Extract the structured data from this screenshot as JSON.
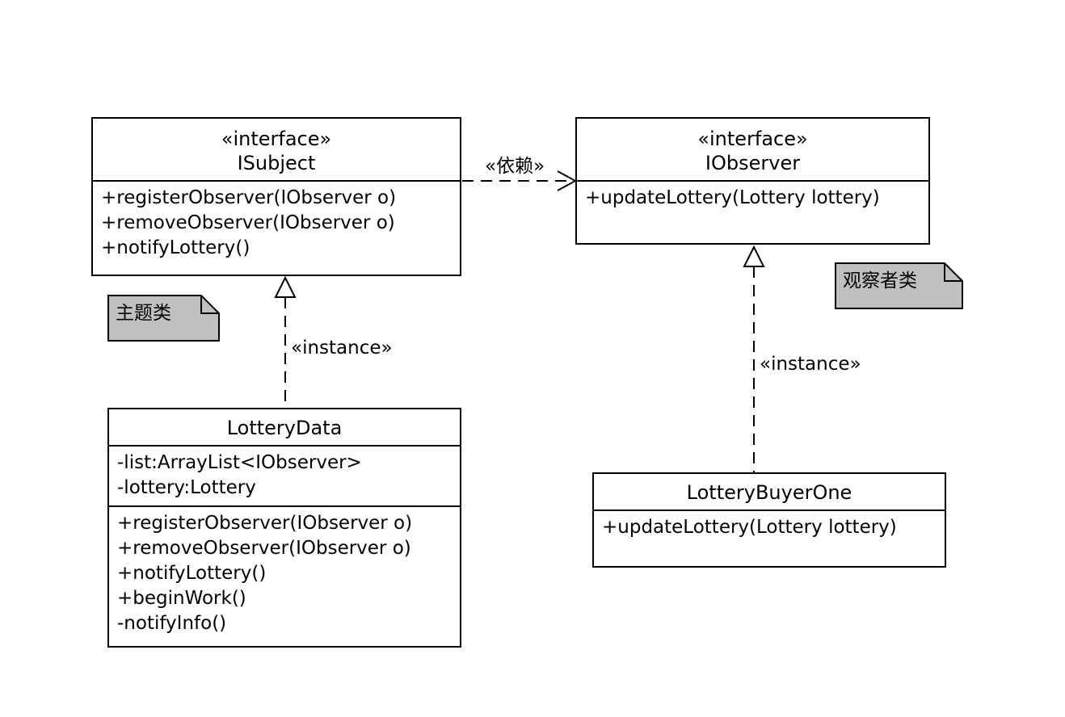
{
  "classes": {
    "isubject": {
      "stereotype": "«interface»",
      "name": "ISubject",
      "operations": [
        "+registerObserver(IObserver o)",
        "+removeObserver(IObserver o)",
        "+notifyLottery()"
      ]
    },
    "iobserver": {
      "stereotype": "«interface»",
      "name": "IObserver",
      "operations": [
        "+updateLottery(Lottery lottery)"
      ]
    },
    "lotterydata": {
      "name": "LotteryData",
      "attributes": [
        "-list:ArrayList<IObserver>",
        "-lottery:Lottery"
      ],
      "operations": [
        "+registerObserver(IObserver o)",
        "+removeObserver(IObserver o)",
        "+notifyLottery()",
        "+beginWork()",
        "-notifyInfo()"
      ]
    },
    "lotterybuyerone": {
      "name": "LotteryBuyerOne",
      "operations": [
        "+updateLottery(Lottery lottery)"
      ]
    }
  },
  "notes": {
    "subject": "主题类",
    "observer": "观察者类"
  },
  "relations": {
    "dependency_label": "«依赖»",
    "subject_realization_label": "«instance»",
    "observer_realization_label": "«instance»"
  },
  "colors": {
    "note_fill": "#c0c0c0",
    "line": "#000000"
  }
}
